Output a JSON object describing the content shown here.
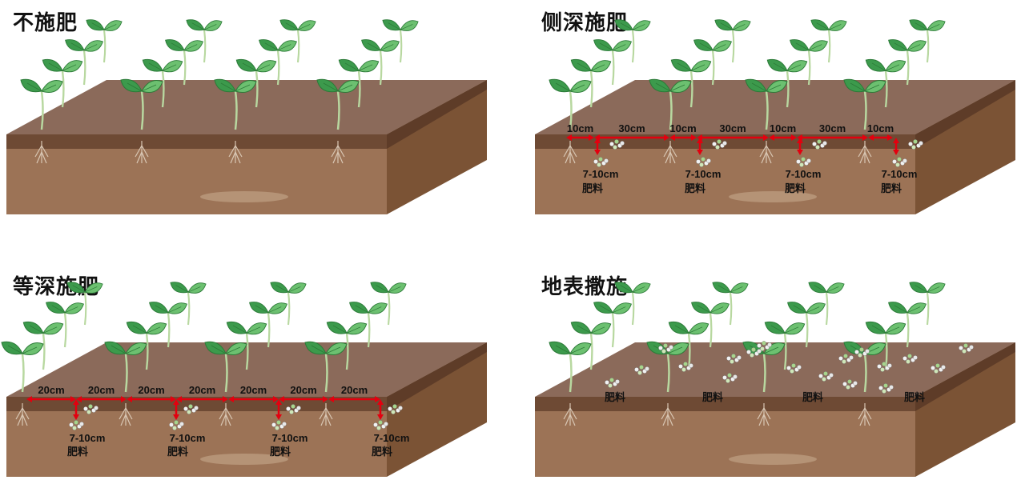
{
  "colors": {
    "soil_top": "#8b6a5a",
    "soil_band": "#6e4a34",
    "soil_front": "#9c7356",
    "soil_side": "#7b5335",
    "leaf": "#3c9a4c",
    "leaf_light": "#6cc070",
    "stem": "#b8d8a0",
    "root": "#d9c7b4",
    "arrow": "#e3000f"
  },
  "panels": [
    {
      "id": "no-fertilizer",
      "title": "不施肥",
      "spacings": [],
      "depths": [],
      "fertilizers": [],
      "surface_fertilizers": []
    },
    {
      "id": "side-deep",
      "title": "侧深施肥",
      "spacings": [
        "10cm",
        "30cm",
        "10cm",
        "30cm",
        "10cm",
        "30cm",
        "10cm"
      ],
      "depths": [
        {
          "depth": "7-10cm",
          "label": "肥料"
        },
        {
          "depth": "7-10cm",
          "label": "肥料"
        },
        {
          "depth": "7-10cm",
          "label": "肥料"
        },
        {
          "depth": "7-10cm",
          "label": "肥料"
        }
      ]
    },
    {
      "id": "equal-deep",
      "title": "等深施肥",
      "spacings": [
        "20cm",
        "20cm",
        "20cm",
        "20cm",
        "20cm",
        "20cm",
        "20cm"
      ],
      "depths": [
        {
          "depth": "7-10cm",
          "label": "肥料"
        },
        {
          "depth": "7-10cm",
          "label": "肥料"
        },
        {
          "depth": "7-10cm",
          "label": "肥料"
        },
        {
          "depth": "7-10cm",
          "label": "肥料"
        }
      ]
    },
    {
      "id": "surface-broadcast",
      "title": "地表撒施",
      "spacings": [],
      "surface_labels": [
        "肥料",
        "肥料",
        "肥料",
        "肥料"
      ]
    }
  ]
}
